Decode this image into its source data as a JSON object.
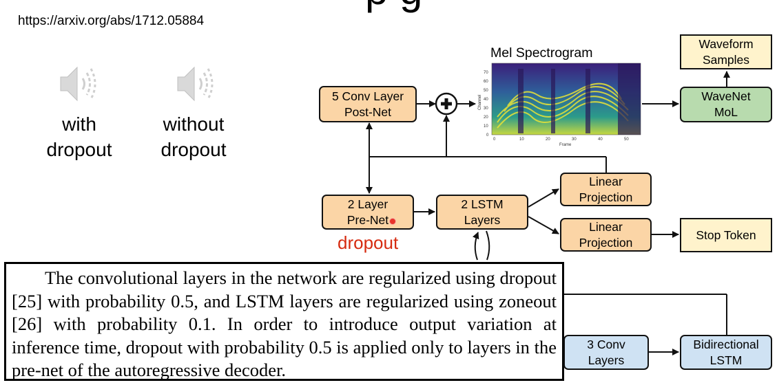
{
  "header": {
    "source_url": "https://arxiv.org/abs/1712.05884",
    "title_fragment": "p g"
  },
  "audio_samples": [
    {
      "icon": "speaker-icon",
      "label": "with\ndropout"
    },
    {
      "icon": "speaker-icon",
      "label": "without\ndropout"
    }
  ],
  "diagram": {
    "mel_spectrogram": {
      "title": "Mel Spectrogram",
      "y_axis_label": "Channel",
      "x_axis_label": "Frame",
      "y_ticks": [
        "0",
        "10",
        "20",
        "30",
        "40",
        "50",
        "60",
        "70"
      ],
      "x_ticks": [
        "0",
        "10",
        "20",
        "30",
        "40",
        "50"
      ]
    },
    "boxes": {
      "postnet": "5 Conv Layer\nPost-Net",
      "prenet": "2 Layer\nPre-Net",
      "lstm": "2 LSTM\nLayers",
      "linear_proj_1": "Linear\nProjection",
      "linear_proj_2": "Linear\nProjection",
      "stop_token": "Stop Token",
      "wavenet": "WaveNet\nMoL",
      "waveform": "Waveform\nSamples",
      "conv3": "3 Conv\nLayers",
      "bilstm": "Bidirectional\nLSTM"
    },
    "annotation": "dropout",
    "colors": {
      "orange": "#fbd5a6",
      "green": "#b8dbae",
      "yellow": "#fff3cc",
      "blue": "#cfe2f3",
      "dropout_text": "#d62b10"
    }
  },
  "quote": {
    "text": "The convolutional layers in the network are regularized using dropout [25] with probability 0.5, and LSTM layers are regularized using zoneout [26] with probability 0.1. In order to introduce output variation at inference time, dropout with probability 0.5 is applied only to layers in the pre-net of the autoregressive decoder."
  }
}
